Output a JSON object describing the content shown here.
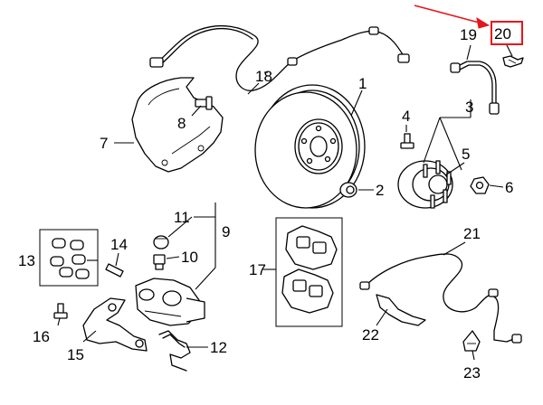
{
  "diagram": {
    "highlight_color": "#e8141c",
    "callouts": {
      "c1": "1",
      "c2": "2",
      "c3": "3",
      "c4": "4",
      "c5": "5",
      "c6": "6",
      "c7": "7",
      "c8": "8",
      "c9": "9",
      "c10": "10",
      "c11": "11",
      "c12": "12",
      "c13": "13",
      "c14": "14",
      "c15": "15",
      "c16": "16",
      "c17": "17",
      "c18": "18",
      "c19": "19",
      "c20": "20",
      "c21": "21",
      "c22": "22",
      "c23": "23"
    },
    "highlighted_callout": "20"
  }
}
